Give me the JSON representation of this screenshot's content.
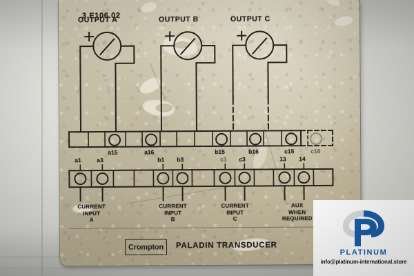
{
  "photo": {
    "subject": "Crompton Paladin Transducer wiring diagram label plate",
    "plate_color": "#c8bfa6",
    "background_color": "#dededa"
  },
  "plate": {
    "part_number": "3.E106.02",
    "outputs": [
      {
        "label": "OUTPUT A",
        "polarity": "+",
        "icon": "meter-icon"
      },
      {
        "label": "OUTPUT B",
        "polarity": "+",
        "icon": "meter-icon"
      },
      {
        "label": "OUTPUT C",
        "polarity": "+",
        "icon": "meter-icon"
      }
    ],
    "upper_terminals": [
      {
        "id": "a15",
        "label": "a15",
        "active": true
      },
      {
        "id": "a16",
        "label": "a16",
        "active": true
      },
      {
        "id": "b15",
        "label": "b15",
        "active": true
      },
      {
        "id": "b16",
        "label": "b16",
        "active": true
      },
      {
        "id": "c15",
        "label": "c15",
        "active": true
      },
      {
        "id": "c16",
        "label": "c16",
        "active": false
      }
    ],
    "lower_terminals": [
      {
        "id": "a1",
        "label": "a1",
        "active": true
      },
      {
        "id": "a3",
        "label": "a3",
        "active": true
      },
      {
        "id": "b1",
        "label": "b1",
        "active": true
      },
      {
        "id": "b3",
        "label": "b3",
        "active": true
      },
      {
        "id": "c1",
        "label": "c1",
        "active": true
      },
      {
        "id": "c3",
        "label": "c3",
        "active": true
      },
      {
        "id": "13",
        "label": "13",
        "active": true
      },
      {
        "id": "14",
        "label": "14",
        "active": true
      }
    ],
    "input_groups": [
      {
        "line1": "CURRENT",
        "line2": "INPUT",
        "line3": "A"
      },
      {
        "line1": "CURRENT",
        "line2": "INPUT",
        "line3": "B"
      },
      {
        "line1": "CURRENT",
        "line2": "INPUT",
        "line3": "C"
      },
      {
        "line1": "AUX",
        "line2": "WHEN",
        "line3": "REQUIRED"
      }
    ],
    "footer": {
      "brand": "Crompton",
      "product": "PALADIN TRANSDUCER"
    }
  },
  "watermark": {
    "name": "PLATINUM",
    "email": "info@platinum-international.store",
    "logo_color": "#1b5fa8",
    "logo_icon": "platinum-p-logo"
  }
}
